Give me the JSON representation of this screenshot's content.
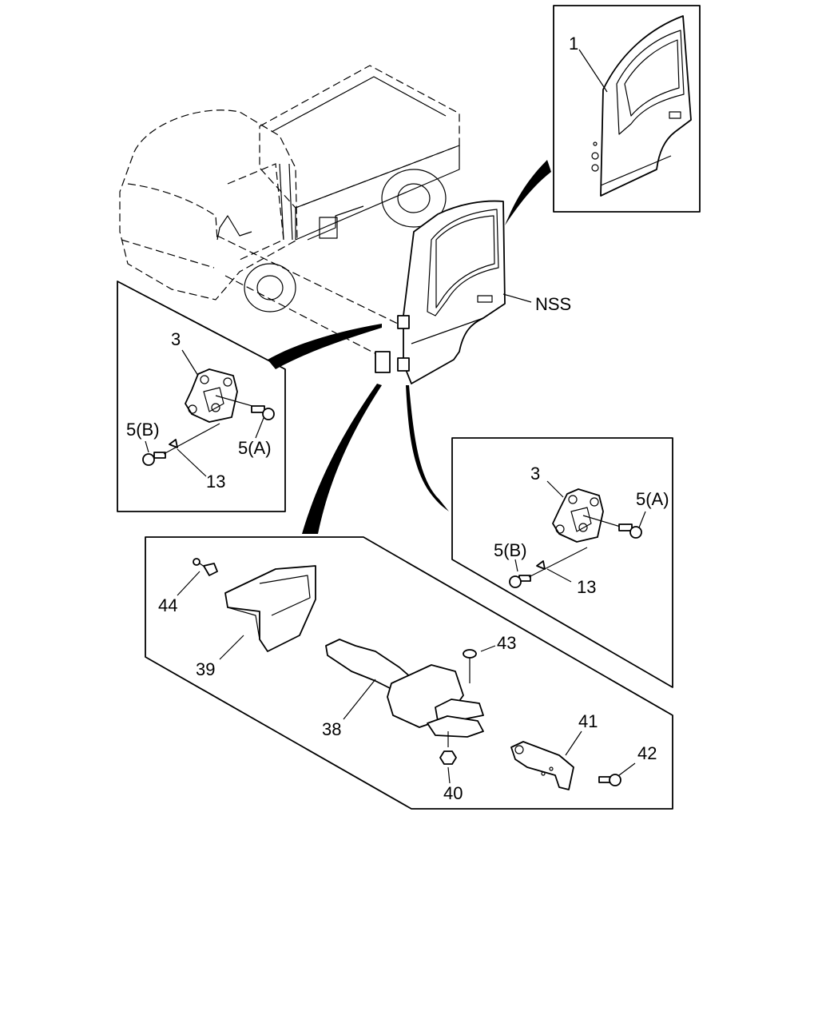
{
  "diagram": {
    "callouts": {
      "door_panel": "1",
      "nss": "NSS",
      "hinge_left": "3",
      "bolt_5b_left": "5(B)",
      "bolt_5a_left": "5(A)",
      "clip_13_left": "13",
      "hinge_right": "3",
      "bolt_5a_right": "5(A)",
      "bolt_5b_right": "5(B)",
      "clip_13_right": "13",
      "screw_44": "44",
      "cover_39": "39",
      "check_link_38": "38",
      "pin_43": "43",
      "bracket_41": "41",
      "bolt_42": "42",
      "nut_40": "40"
    }
  }
}
